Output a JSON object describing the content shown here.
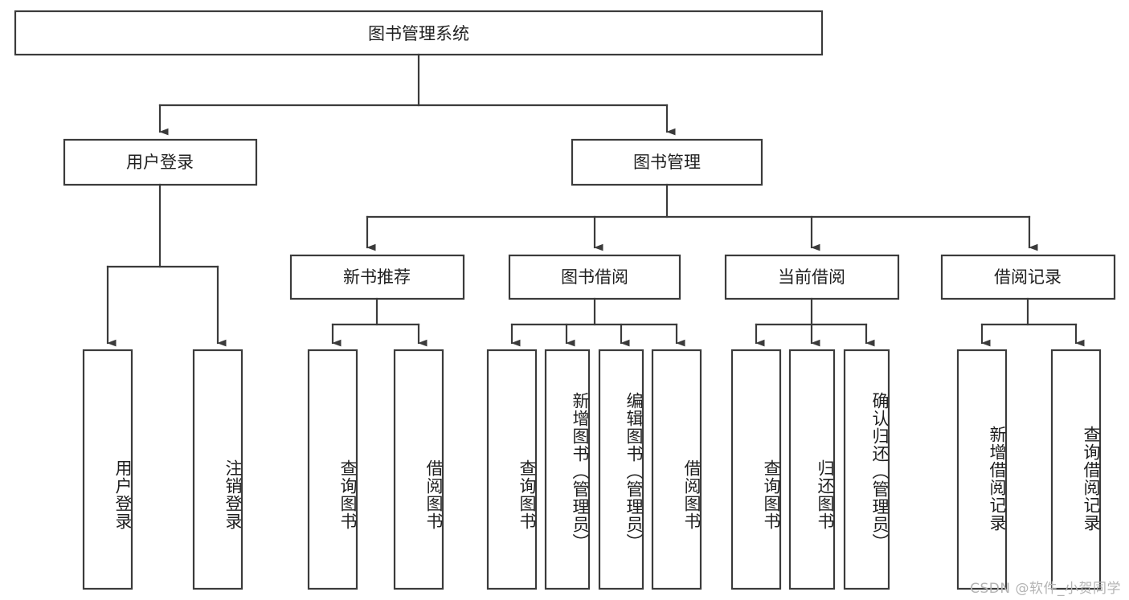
{
  "diagram": {
    "type": "tree-hierarchy",
    "title_node": {
      "id": "root",
      "label": "图书管理系统"
    },
    "level2": [
      {
        "id": "user-login",
        "label": "用户登录"
      },
      {
        "id": "book-management",
        "label": "图书管理"
      }
    ],
    "level3": [
      {
        "id": "new-book-recommend",
        "label": "新书推荐",
        "parent": "book-management"
      },
      {
        "id": "book-borrow",
        "label": "图书借阅",
        "parent": "book-management"
      },
      {
        "id": "current-borrow",
        "label": "当前借阅",
        "parent": "book-management"
      },
      {
        "id": "borrow-record",
        "label": "借阅记录",
        "parent": "book-management"
      }
    ],
    "leaves": [
      {
        "id": "leaf-user-login",
        "label": "用户登录",
        "parent": "user-login"
      },
      {
        "id": "leaf-logout-login",
        "label": "注销登录",
        "parent": "user-login"
      },
      {
        "id": "leaf-query-book-1",
        "label": "查询图书",
        "parent": "new-book-recommend"
      },
      {
        "id": "leaf-borrow-book-1",
        "label": "借阅图书",
        "parent": "new-book-recommend"
      },
      {
        "id": "leaf-query-book-2",
        "label": "查询图书",
        "parent": "book-borrow"
      },
      {
        "id": "leaf-add-book",
        "label": "新增图书（管理员）",
        "parent": "book-borrow"
      },
      {
        "id": "leaf-edit-book",
        "label": "编辑图书（管理员）",
        "parent": "book-borrow"
      },
      {
        "id": "leaf-borrow-book-2",
        "label": "借阅图书",
        "parent": "book-borrow"
      },
      {
        "id": "leaf-query-book-3",
        "label": "查询图书",
        "parent": "current-borrow"
      },
      {
        "id": "leaf-return-book",
        "label": "归还图书",
        "parent": "current-borrow"
      },
      {
        "id": "leaf-confirm-return",
        "label": "确认归还（管理员）",
        "parent": "current-borrow"
      },
      {
        "id": "leaf-add-record",
        "label": "新增借阅记录",
        "parent": "borrow-record"
      },
      {
        "id": "leaf-query-record",
        "label": "查询借阅记录",
        "parent": "borrow-record"
      }
    ],
    "colors": {
      "stroke": "#3b3b3b",
      "fill": "#ffffff",
      "text": "#1f1f1f",
      "watermark": "#b4b4b4"
    }
  },
  "watermark": {
    "text": "CSDN @软件_小贺同学"
  }
}
